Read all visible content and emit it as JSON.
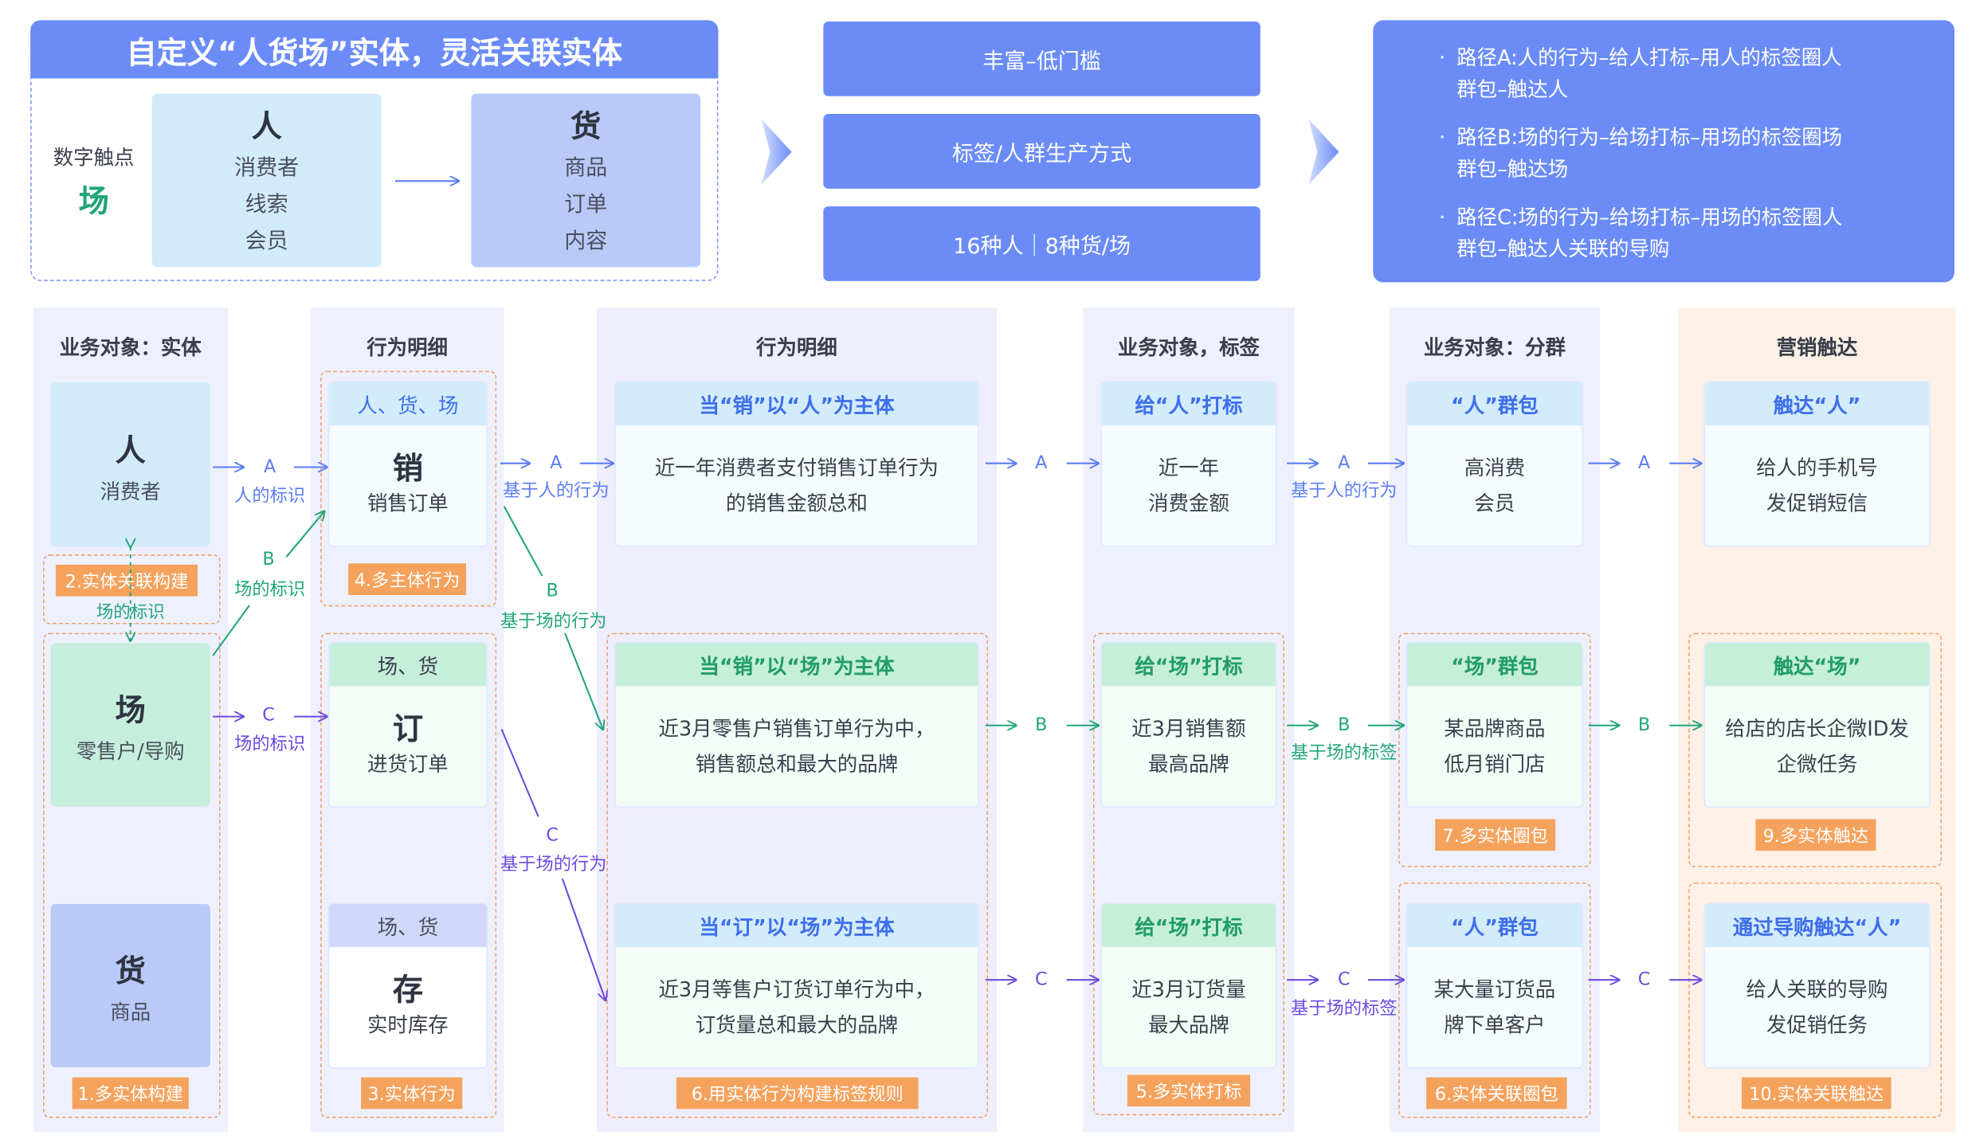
{
  "header": {
    "title": "自定义“人货场”实体，灵活关联实体",
    "touchpoint_label": "数字触点",
    "touchpoint_value": "场",
    "person": {
      "title": "人",
      "items": [
        "消费者",
        "线索",
        "会员"
      ]
    },
    "goods": {
      "title": "货",
      "items": [
        "商品",
        "订单",
        "内容"
      ]
    }
  },
  "middle": [
    "丰富–低门槛",
    "标签/人群生产方式",
    "16种人｜8种货/场"
  ],
  "paths": [
    {
      "l1": "路径A:人的行为–给人打标–用人的标签圈人",
      "l2": "群包–触达人"
    },
    {
      "l1": "路径B:场的行为–给场打标–用场的标签圈场",
      "l2": "群包–触达场"
    },
    {
      "l1": "路径C:场的行为–给场打标–用场的标签圈人",
      "l2": "群包–触达人关联的导购"
    }
  ],
  "columns": {
    "c1": "业务对象：实体",
    "c2": "行为明细",
    "c3": "行为明细",
    "c4": "业务对象，标签",
    "c5": "业务对象：分群",
    "c6": "营销触达"
  },
  "entities": {
    "person": {
      "title": "人",
      "sub": "消费者"
    },
    "place": {
      "title": "场",
      "sub": "零售户/导购"
    },
    "goods": {
      "title": "货",
      "sub": "商品"
    },
    "relation_badge": "2.实体关联构建",
    "relation_label": "场的标识",
    "build_badge": "1.多实体构建"
  },
  "behaviors": {
    "sell": {
      "head": "人、货、场",
      "title": "销",
      "sub": "销售订单"
    },
    "order": {
      "head": "场、货",
      "title": "订",
      "sub": "进货订单"
    },
    "stock": {
      "head": "场、货",
      "title": "存",
      "sub": "实时库存"
    },
    "multi_badge": "4.多主体行为",
    "entity_badge": "3.实体行为"
  },
  "details": [
    {
      "head": "当“销”以“人”为主体",
      "l1": "近一年消费者支付销售订单行为",
      "l2": "的销售金额总和"
    },
    {
      "head": "当“销”以“场”为主体",
      "l1": "近3月零售户销售订单行为中，",
      "l2": "销售额总和最大的品牌"
    },
    {
      "head": "当“订”以“场”为主体",
      "l1": "近3月等售户订货订单行为中，",
      "l2": "订货量总和最大的品牌"
    }
  ],
  "details_badge": "6.用实体行为构建标签规则",
  "tags": [
    {
      "head": "给“人”打标",
      "l1": "近一年",
      "l2": "消费金额"
    },
    {
      "head": "给“场”打标",
      "l1": "近3月销售额",
      "l2": "最高品牌"
    },
    {
      "head": "给“场”打标",
      "l1": "近3月订货量",
      "l2": "最大品牌"
    }
  ],
  "tags_badge": "5.多实体打标",
  "groups": [
    {
      "head": "“人”群包",
      "l1": "高消费",
      "l2": "会员"
    },
    {
      "head": "“场”群包",
      "l1": "某品牌商品",
      "l2": "低月销门店"
    },
    {
      "head": "“人”群包",
      "l1": "某大量订货品",
      "l2": "牌下单客户"
    }
  ],
  "groups_badge_mid": "7.多实体圈包",
  "groups_badge_bot": "6.实体关联圈包",
  "reach": [
    {
      "head": "触达“人”",
      "l1": "给人的手机号",
      "l2": "发促销短信"
    },
    {
      "head": "触达“场”",
      "l1": "给店的店长企微ID发",
      "l2": "企微任务"
    },
    {
      "head": "通过导购触达“人”",
      "l1": "给人关联的导购",
      "l2": "发促销任务"
    }
  ],
  "reach_badge_mid": "9.多实体触达",
  "reach_badge_bot": "10.实体关联触达",
  "flow": {
    "A": "A",
    "B": "B",
    "C": "C",
    "person_id": "人的标识",
    "place_id": "场的标识",
    "by_person": "基于人的行为",
    "by_place": "基于场的行为",
    "by_place_tag": "基于场的标签"
  },
  "colors": {
    "blue": "#6b8cf7",
    "green": "#22a57a",
    "purple": "#6b4be0",
    "orange": "#f5a25d"
  }
}
